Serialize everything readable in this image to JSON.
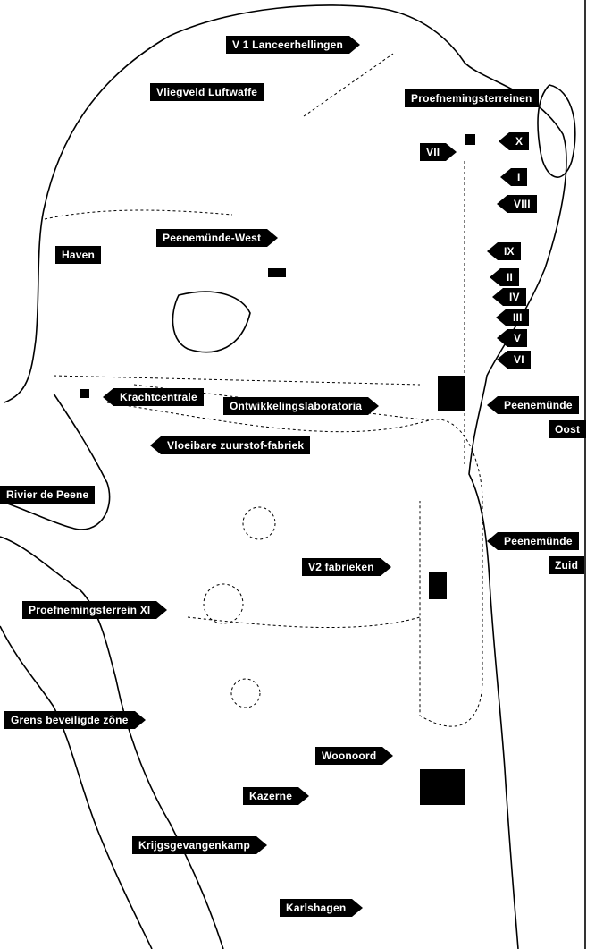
{
  "labels": {
    "v1": "V 1 Lanceerhellingen",
    "vliegveld": "Vliegveld Luftwaffe",
    "proefterreinen": "Proefnemingsterreinen",
    "vii": "VII",
    "x": "X",
    "i": "I",
    "viii": "VIII",
    "ix": "IX",
    "ii": "II",
    "iv": "IV",
    "iii": "III",
    "v": "V",
    "vi": "VI",
    "haven": "Haven",
    "peenemunde_west": "Peenemünde-West",
    "krachtcentrale": "Krachtcentrale",
    "ontwikkeling": "Ontwikkelingslaboratoria",
    "peenemunde_oost_1": "Peenemünde",
    "peenemunde_oost_2": "Oost",
    "zuurstof": "Vloeibare zuurstof-fabriek",
    "rivier": "Rivier de Peene",
    "peenemunde_zuid_1": "Peenemünde",
    "peenemunde_zuid_2": "Zuid",
    "v2": "V2 fabrieken",
    "terrein_xi": "Proefnemingsterrein XI",
    "grens": "Grens beveiligde zône",
    "woonoord": "Woonoord",
    "kazerne": "Kazerne",
    "krijgsgevangenkamp": "Krijgsgevangenkamp",
    "karlshagen": "Karlshagen"
  }
}
